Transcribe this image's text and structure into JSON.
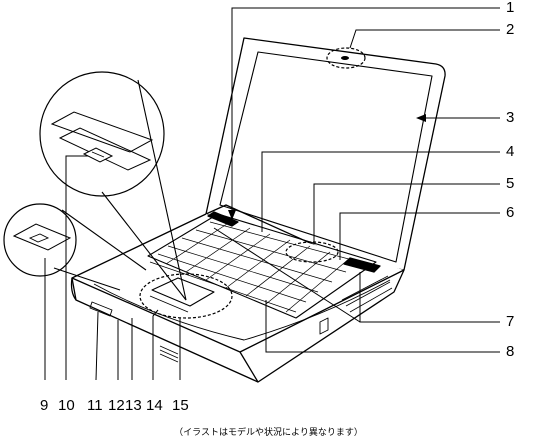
{
  "callouts": [
    "1",
    "2",
    "3",
    "4",
    "5",
    "6",
    "7",
    "8",
    "9",
    "10",
    "11",
    "12",
    "13",
    "14",
    "15"
  ],
  "caption": "（イラストはモデルや状況により異なります）"
}
